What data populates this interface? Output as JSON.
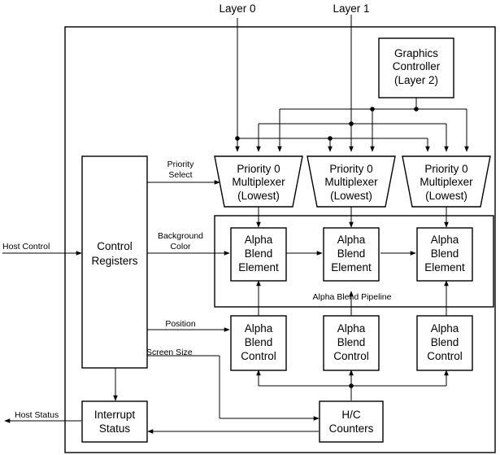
{
  "inputs": {
    "layer0": "Layer 0",
    "layer1": "Layer 1",
    "host_control": "Host Control",
    "host_status": "Host Status"
  },
  "graphics_controller": [
    "Graphics",
    "Controller",
    "(Layer 2)"
  ],
  "priority_mux": [
    "Priority 0",
    "Multiplexer",
    "(Lowest)"
  ],
  "alpha_blend_element": [
    "Alpha",
    "Blend",
    "Element"
  ],
  "alpha_blend_control": [
    "Alpha",
    "Blend",
    "Control"
  ],
  "control_registers": [
    "Control",
    "Registers"
  ],
  "interrupt_status": [
    "Interrupt",
    "Status"
  ],
  "hc_counters": [
    "H/C",
    "Counters"
  ],
  "pipeline_label": "Alpha Blend Pipeline",
  "signals": {
    "priority_select": [
      "Priority",
      "Select"
    ],
    "background_color": [
      "Background",
      "Color"
    ],
    "position": "Position",
    "screen_size": "Screen Size"
  }
}
